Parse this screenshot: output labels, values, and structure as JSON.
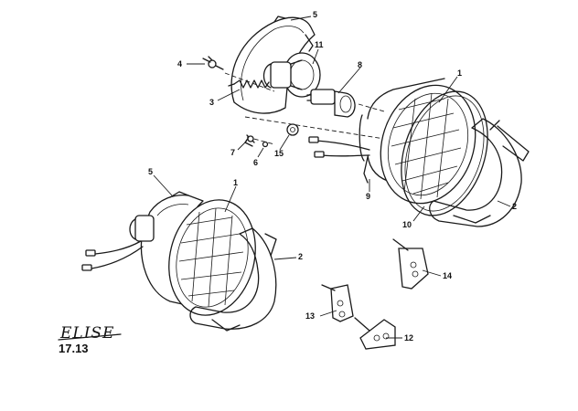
{
  "diagram": {
    "model_name": "ELISE",
    "reference": "17.13",
    "callouts": {
      "c1_top": "1",
      "c1_left": "1",
      "c2_right": "2",
      "c2_left": "2",
      "c3": "3",
      "c4": "4",
      "c5_top": "5",
      "c5_left": "5",
      "c6": "6",
      "c7": "7",
      "c8": "8",
      "c9": "9",
      "c10": "10",
      "c11": "11",
      "c12": "12",
      "c13": "13",
      "c14": "14",
      "c15": "15"
    }
  }
}
